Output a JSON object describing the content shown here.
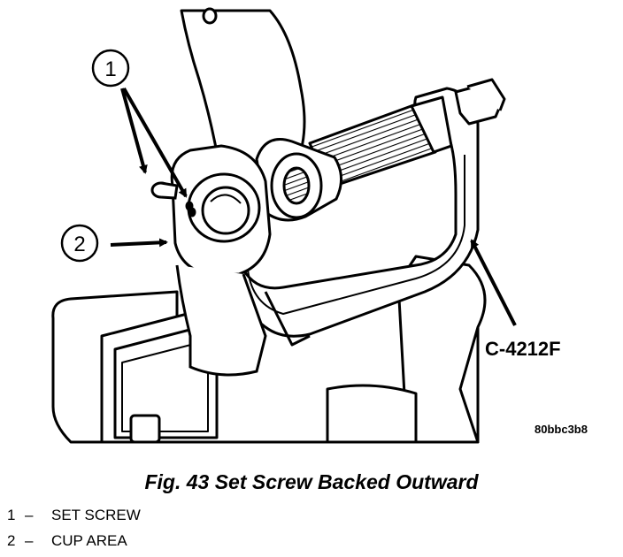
{
  "figure": {
    "callouts": [
      {
        "number": "1"
      },
      {
        "number": "2"
      }
    ],
    "tool_label": "C-4212F",
    "image_code": "80bbc3b8"
  },
  "caption": "Fig. 43 Set Screw Backed Outward",
  "legend": [
    {
      "number": "1",
      "dash": "–",
      "text": "SET SCREW"
    },
    {
      "number": "2",
      "dash": "–",
      "text": "CUP AREA"
    }
  ]
}
